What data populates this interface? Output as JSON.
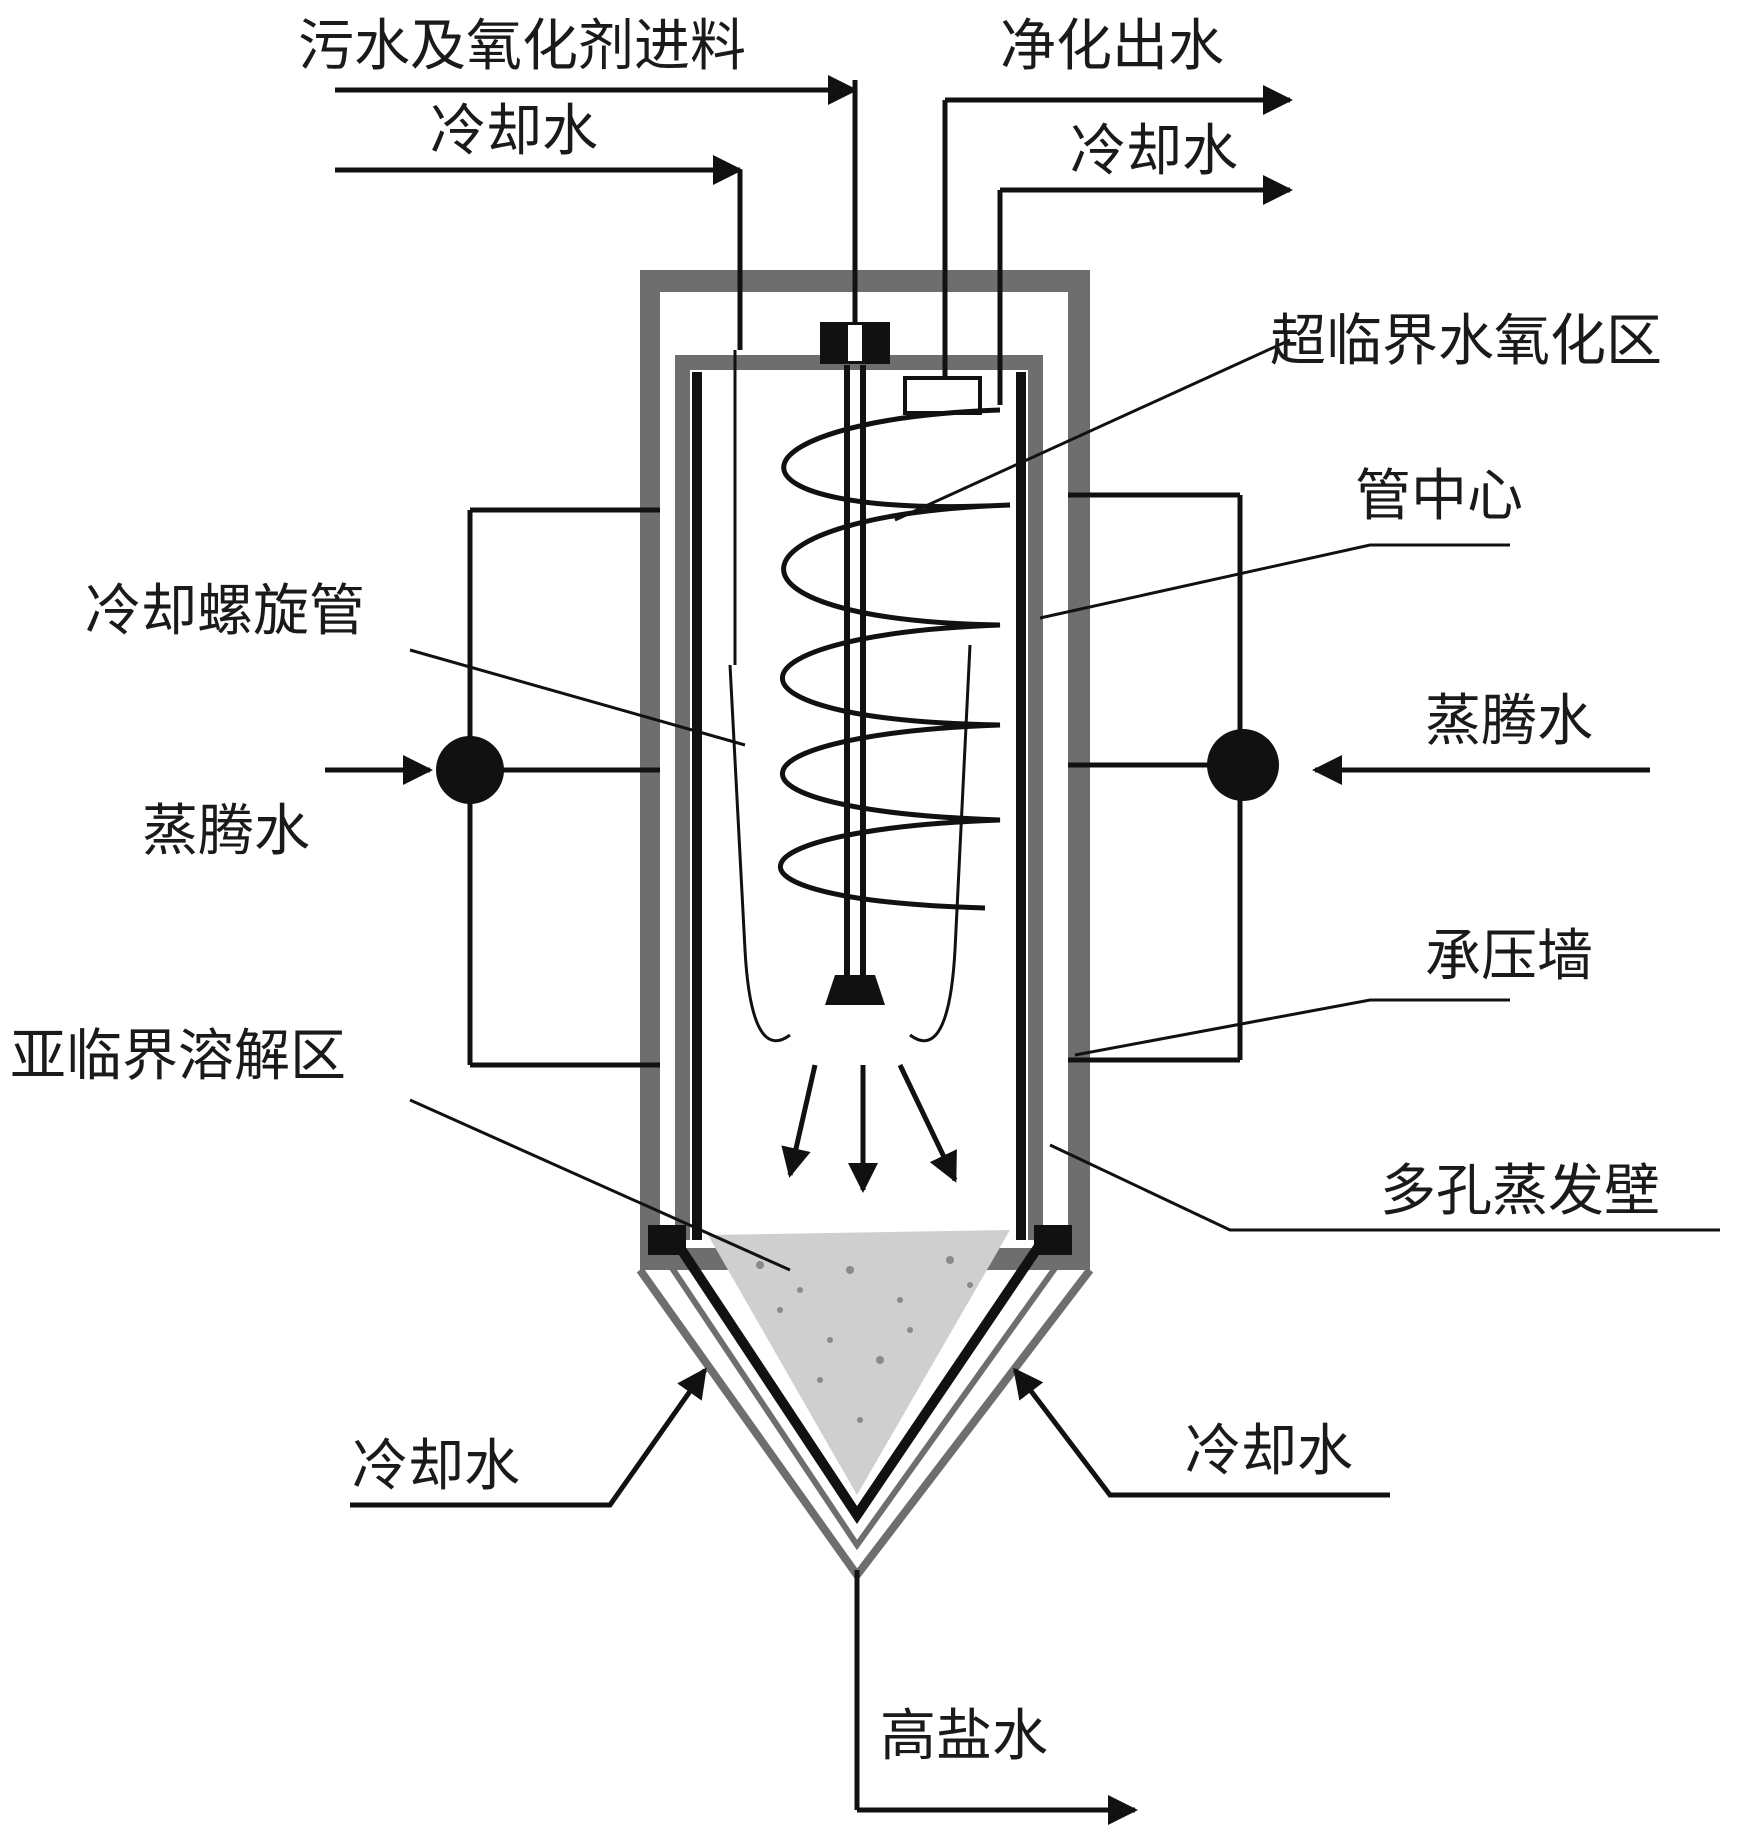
{
  "labels": {
    "feed_in": "污水及氧化剂进料",
    "coolant_in_top": "冷却水",
    "clean_out": "净化出水",
    "coolant_out_top": "冷却水",
    "scwo_zone": "超临界水氧化区",
    "tube_center": "管中心",
    "cooling_coil": "冷却螺旋管",
    "evap_water_right": "蒸腾水",
    "evap_water_left": "蒸腾水",
    "pressure_wall": "承压墙",
    "subcritical_zone": "亚临界溶解区",
    "porous_wall": "多孔蒸发壁",
    "coolant_bottom_left": "冷却水",
    "coolant_bottom_right": "冷却水",
    "brine_out": "高盐水"
  },
  "colors": {
    "ink": "#111111",
    "shell": "#6e6e6e",
    "shell_inner": "#f2f2f2",
    "salt": "#b5b5b5"
  }
}
